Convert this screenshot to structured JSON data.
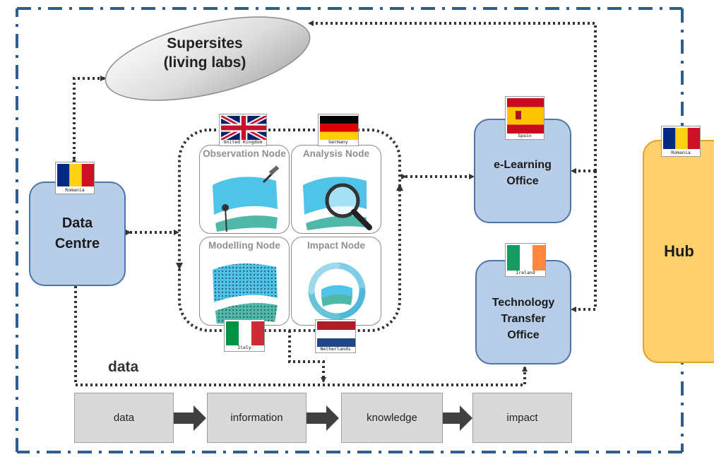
{
  "supersites": {
    "line1": "Supersites",
    "line2": "(living labs)"
  },
  "data_centre": {
    "line1": "Data",
    "line2": "Centre",
    "flag": "Romania"
  },
  "nodes": {
    "observation": {
      "title": "Observation Node",
      "flag": "United Kingdom"
    },
    "analysis": {
      "title": "Analysis Node",
      "flag": "Germany"
    },
    "modelling": {
      "title": "Modelling Node",
      "flag": "Italy"
    },
    "impact": {
      "title": "Impact Node",
      "flag": "Netherlands"
    }
  },
  "elearning": {
    "line1": "e-Learning",
    "line2": "Office",
    "flag": "Spain"
  },
  "tto": {
    "line1": "Technology",
    "line2": "Transfer",
    "line3": "Office",
    "flag": "Ireland"
  },
  "hub": {
    "label": "Hub",
    "flag": "Romania"
  },
  "data_flow_label": "data",
  "stages": [
    "data",
    "information",
    "knowledge",
    "impact"
  ],
  "colors": {
    "box_fill": "#b7cde8",
    "box_border": "#4f74a6",
    "hub_fill": "#fdd06c",
    "hub_border": "#e0a426",
    "frame": "#2f5d8f",
    "stage_fill": "#d9d9d9",
    "arrow": "#444444"
  }
}
